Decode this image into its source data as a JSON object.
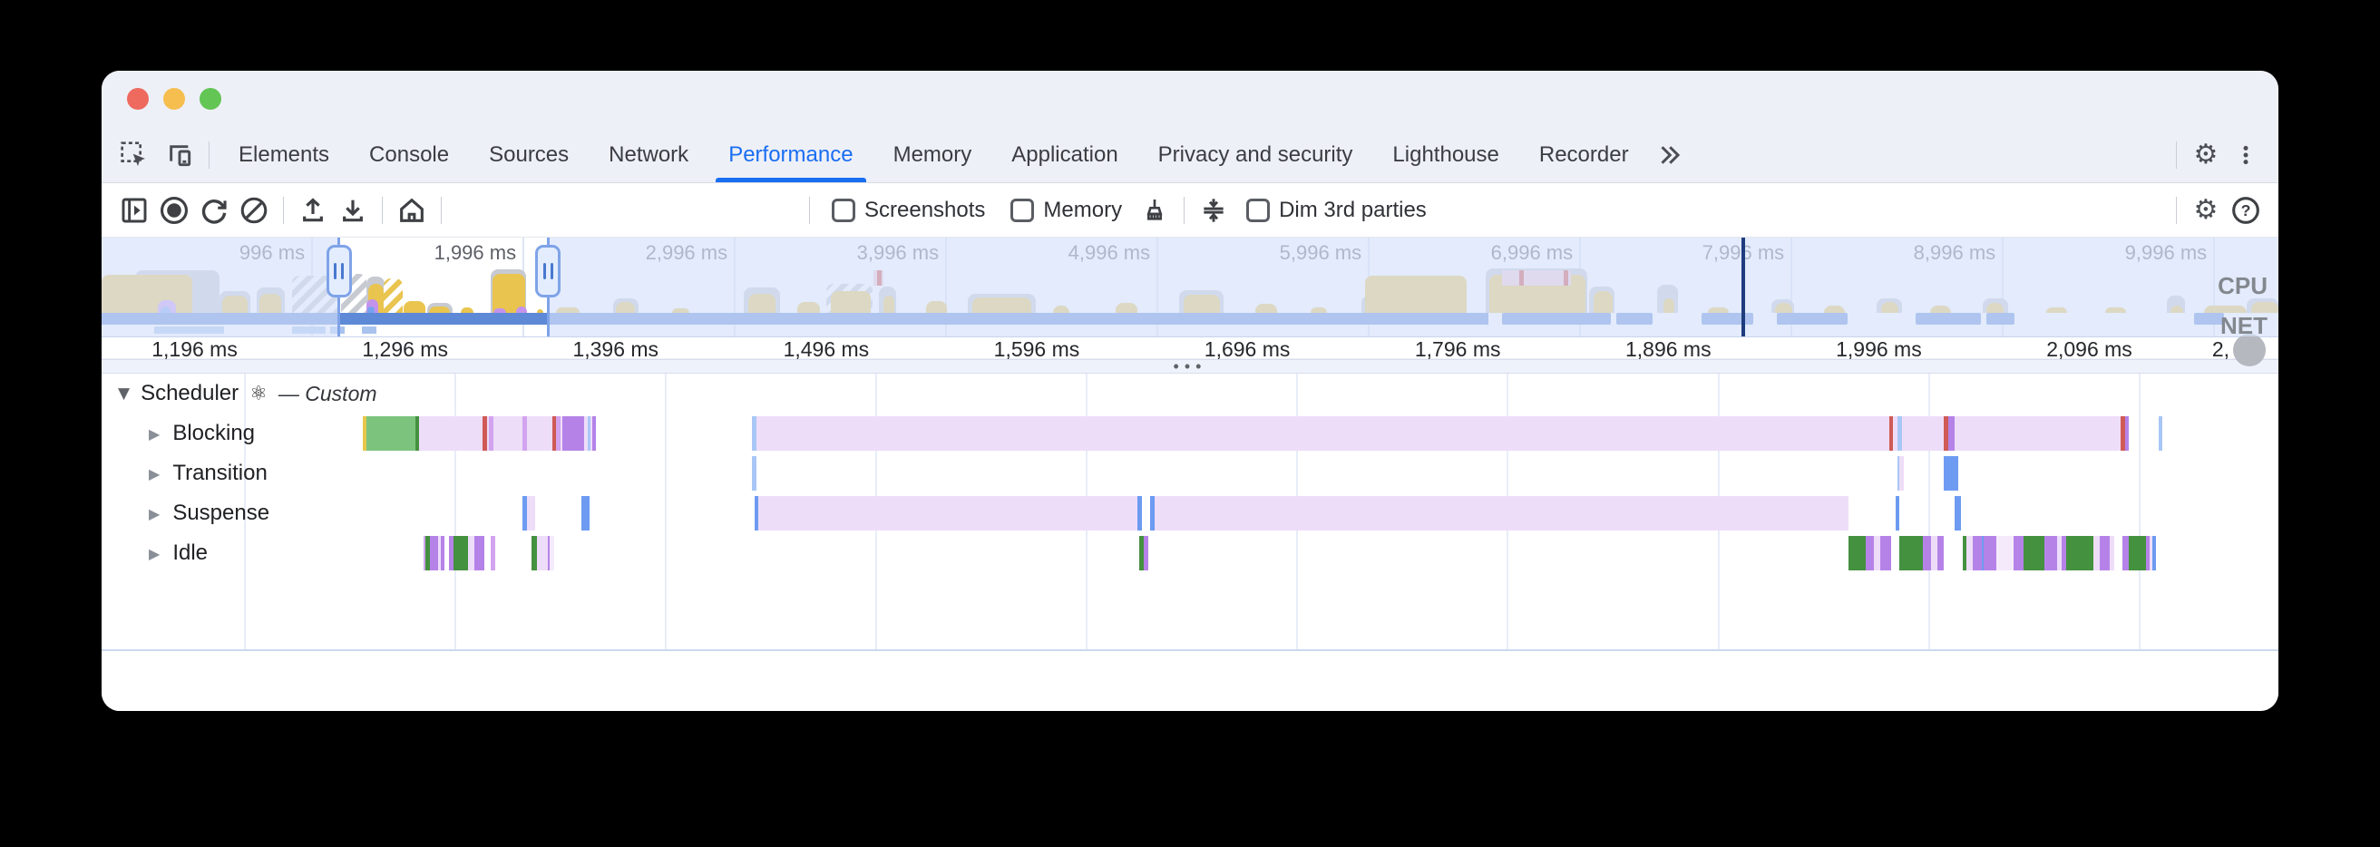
{
  "window": {
    "traffic_lights": {
      "close": "#ee6a5f",
      "minimize": "#f6be4f",
      "zoom": "#62c554"
    }
  },
  "tabbar": {
    "tabs": [
      {
        "label": "Elements",
        "active": false
      },
      {
        "label": "Console",
        "active": false
      },
      {
        "label": "Sources",
        "active": false
      },
      {
        "label": "Network",
        "active": false
      },
      {
        "label": "Performance",
        "active": true
      },
      {
        "label": "Memory",
        "active": false
      },
      {
        "label": "Application",
        "active": false
      },
      {
        "label": "Privacy and security",
        "active": false
      },
      {
        "label": "Lighthouse",
        "active": false
      },
      {
        "label": "Recorder",
        "active": false
      }
    ],
    "accent_color": "#1a6ef2"
  },
  "toolbar": {
    "checkboxes": [
      {
        "label": "Screenshots",
        "checked": false
      },
      {
        "label": "Memory",
        "checked": false
      },
      {
        "label": "Dim 3rd parties",
        "checked": false
      }
    ]
  },
  "overview": {
    "cpu_label": "CPU",
    "net_label": "NET"
  },
  "ruler": {
    "partial_label": "2,"
  },
  "scheduler_track": {
    "collapse_triangle": "▼",
    "name": "Scheduler",
    "atom_symbol": "⚛",
    "suffix": "— Custom",
    "row_triangle": "▶"
  },
  "resizer": {
    "dots": "•••"
  },
  "chart_data": {
    "type": "timeline",
    "overview": {
      "range_ms": [
        0,
        10300
      ],
      "tick_first_ms": 996,
      "tick_interval_ms": 1000,
      "tick_labels": [
        "996 ms",
        "1,996 ms",
        "2,996 ms",
        "3,996 ms",
        "4,996 ms",
        "5,996 ms",
        "6,996 ms",
        "7,996 ms",
        "8,996 ms",
        "9,996 ms"
      ],
      "selection_ms": [
        1123,
        2113
      ],
      "playhead_ms": 7770,
      "long_tasks": [
        {
          "start": 6628,
          "end": 6954,
          "ticks": [
            6710,
            6920
          ]
        },
        {
          "start": 3652,
          "end": 3700,
          "ticks": [
            3668
          ]
        }
      ],
      "cpu_mounds": [
        [
          160,
          560,
          0.88,
          "gray"
        ],
        [
          0,
          430,
          0.8,
          "yellow"
        ],
        [
          265,
          350,
          0.26,
          "purple"
        ],
        [
          278,
          325,
          0.14,
          "blue"
        ],
        [
          560,
          705,
          0.46,
          "gray"
        ],
        [
          572,
          690,
          0.36,
          "yellow"
        ],
        [
          735,
          865,
          0.52,
          "gray"
        ],
        [
          748,
          850,
          0.4,
          "yellow"
        ],
        [
          900,
          1130,
          0.78,
          "gray",
          "hatch"
        ],
        [
          1135,
          1255,
          0.82,
          "gray",
          "hatch"
        ],
        [
          1255,
          1340,
          0.75,
          "gray"
        ],
        [
          1260,
          1335,
          0.6,
          "yellow"
        ],
        [
          1255,
          1310,
          0.28,
          "purple"
        ],
        [
          1258,
          1290,
          0.14,
          "blue"
        ],
        [
          1335,
          1425,
          0.72,
          "yellow",
          "hatch"
        ],
        [
          1430,
          1530,
          0.25,
          "yellow"
        ],
        [
          1540,
          1660,
          0.2,
          "gray"
        ],
        [
          1550,
          1650,
          0.14,
          "yellow"
        ],
        [
          1700,
          1760,
          0.12,
          "yellow"
        ],
        [
          1840,
          2010,
          0.9,
          "gray"
        ],
        [
          1848,
          2005,
          0.82,
          "yellow"
        ],
        [
          1855,
          1915,
          0.1,
          "purple"
        ],
        [
          1960,
          2012,
          0.14,
          "purple"
        ],
        [
          2060,
          2090,
          0.08,
          "yellow"
        ],
        [
          2150,
          2260,
          0.12,
          "yellow"
        ],
        [
          2420,
          2540,
          0.3,
          "gray"
        ],
        [
          2435,
          2525,
          0.22,
          "yellow"
        ],
        [
          2700,
          2780,
          0.1,
          "yellow"
        ],
        [
          3040,
          3210,
          0.52,
          "gray"
        ],
        [
          3060,
          3190,
          0.4,
          "yellow"
        ],
        [
          3290,
          3400,
          0.22,
          "yellow"
        ],
        [
          3430,
          3650,
          0.6,
          "gray",
          "hatch"
        ],
        [
          3450,
          3640,
          0.45,
          "yellow"
        ],
        [
          3680,
          3760,
          0.55,
          "gray"
        ],
        [
          3700,
          3750,
          0.35,
          "yellow"
        ],
        [
          3900,
          4000,
          0.25,
          "yellow"
        ],
        [
          4100,
          4420,
          0.4,
          "gray"
        ],
        [
          4120,
          4400,
          0.32,
          "yellow"
        ],
        [
          4500,
          4580,
          0.15,
          "yellow"
        ],
        [
          4800,
          4900,
          0.2,
          "yellow"
        ],
        [
          5100,
          5310,
          0.48,
          "gray"
        ],
        [
          5120,
          5290,
          0.38,
          "yellow"
        ],
        [
          5460,
          5560,
          0.18,
          "yellow"
        ],
        [
          5720,
          5800,
          0.12,
          "yellow"
        ],
        [
          5960,
          6100,
          0.35,
          "gray"
        ],
        [
          5980,
          6460,
          0.78,
          "yellow"
        ],
        [
          6550,
          7030,
          0.92,
          "gray"
        ],
        [
          6565,
          7020,
          0.8,
          "yellow"
        ],
        [
          7040,
          7160,
          0.55,
          "gray"
        ],
        [
          7060,
          7150,
          0.45,
          "yellow"
        ],
        [
          7360,
          7460,
          0.58,
          "gray"
        ],
        [
          7390,
          7440,
          0.3,
          "yellow"
        ],
        [
          7600,
          7700,
          0.12,
          "yellow"
        ],
        [
          7900,
          8010,
          0.28,
          "gray"
        ],
        [
          7920,
          8000,
          0.2,
          "yellow"
        ],
        [
          8150,
          8250,
          0.15,
          "yellow"
        ],
        [
          8400,
          8520,
          0.3,
          "gray"
        ],
        [
          8420,
          8500,
          0.22,
          "yellow"
        ],
        [
          8650,
          8750,
          0.15,
          "yellow"
        ],
        [
          8900,
          9020,
          0.3,
          "gray"
        ],
        [
          8920,
          9000,
          0.2,
          "yellow"
        ],
        [
          9200,
          9300,
          0.12,
          "yellow"
        ],
        [
          9480,
          9580,
          0.12,
          "yellow"
        ],
        [
          9770,
          9860,
          0.35,
          "gray"
        ],
        [
          9790,
          9850,
          0.15,
          "yellow"
        ],
        [
          9950,
          10150,
          0.15,
          "yellow"
        ],
        [
          10150,
          10300,
          0.3,
          "gray"
        ],
        [
          10170,
          10300,
          0.22,
          "yellow"
        ]
      ],
      "net_solid_ms": [
        0,
        6560
      ],
      "net_segments_ms": [
        [
          6628,
          7143
        ],
        [
          7168,
          7340
        ],
        [
          7571,
          7815
        ],
        [
          7927,
          8262
        ],
        [
          8583,
          8892
        ],
        [
          8918,
          9051
        ],
        [
          9900,
          10041
        ]
      ],
      "net_sub_segments_ms": [
        [
          250,
          580
        ],
        [
          900,
          1060
        ],
        [
          1080,
          1150
        ],
        [
          1230,
          1300
        ]
      ]
    },
    "main": {
      "range_ms": [
        1128,
        2162
      ],
      "tick_first_ms": 1196,
      "tick_interval_ms": 100,
      "tick_labels": [
        "1,196 ms",
        "1,296 ms",
        "1,396 ms",
        "1,496 ms",
        "1,596 ms",
        "1,696 ms",
        "1,796 ms",
        "1,896 ms",
        "1,996 ms",
        "2,096 ms"
      ],
      "rows": [
        {
          "label": "Blocking",
          "segments": [
            [
              1252,
              1254,
              "yellow"
            ],
            [
              1254,
              1277,
              "green"
            ],
            [
              1277,
              1279,
              "green_dark"
            ],
            [
              1279,
              1362,
              "lavender"
            ],
            [
              1309,
              1311,
              "red"
            ],
            [
              1312,
              1314,
              "purple_light"
            ],
            [
              1328,
              1330,
              "purple_light"
            ],
            [
              1342,
              1344,
              "red"
            ],
            [
              1344,
              1346,
              "purple_light"
            ],
            [
              1347,
              1357,
              "purple"
            ],
            [
              1359,
              1360,
              "blue_light"
            ],
            [
              1361,
              1363,
              "purple"
            ],
            [
              1437,
              1439,
              "blue_light"
            ],
            [
              1439,
              2091,
              "lavender"
            ],
            [
              1977,
              1979,
              "red"
            ],
            [
              1981,
              1983,
              "blue_light"
            ],
            [
              2003,
              2005,
              "red"
            ],
            [
              2005,
              2008,
              "purple"
            ],
            [
              2087,
              2089,
              "red"
            ],
            [
              2089,
              2091,
              "purple"
            ],
            [
              2105,
              2107,
              "blue_light"
            ]
          ]
        },
        {
          "label": "Transition",
          "segments": [
            [
              1437,
              1439,
              "blue_light"
            ],
            [
              1981,
              1982,
              "blue_light"
            ],
            [
              1982,
              1984,
              "lavender"
            ],
            [
              2003,
              2010,
              "blue"
            ]
          ]
        },
        {
          "label": "Suspense",
          "segments": [
            [
              1328,
              1330,
              "blue"
            ],
            [
              1330,
              1334,
              "lavender"
            ],
            [
              1356,
              1360,
              "blue"
            ],
            [
              1438,
              1622,
              "lavender"
            ],
            [
              1438,
              1440,
              "blue"
            ],
            [
              1620,
              1622,
              "blue"
            ],
            [
              1626,
              1958,
              "lavender"
            ],
            [
              1626,
              1628,
              "blue"
            ],
            [
              1980,
              1982,
              "blue"
            ],
            [
              2008,
              2011,
              "blue"
            ]
          ]
        },
        {
          "label": "Idle",
          "segments": [
            [
              1281,
              1282,
              "purple_light"
            ],
            [
              1282,
              1284,
              "green_dark"
            ],
            [
              1284,
              1288,
              "purple"
            ],
            [
              1288,
              1289,
              "lavender"
            ],
            [
              1289,
              1291,
              "purple"
            ],
            [
              1293,
              1295,
              "purple"
            ],
            [
              1295,
              1302,
              "green_dark"
            ],
            [
              1302,
              1305,
              "lavender"
            ],
            [
              1305,
              1310,
              "purple"
            ],
            [
              1313,
              1315,
              "purple_light"
            ],
            [
              1332,
              1335,
              "green_dark"
            ],
            [
              1335,
              1340,
              "lavender"
            ],
            [
              1340,
              1341,
              "purple"
            ],
            [
              1341,
              1343,
              "lavender_pale"
            ],
            [
              1621,
              1623,
              "green_dark"
            ],
            [
              1623,
              1625,
              "purple"
            ],
            [
              1958,
              1966,
              "green_dark"
            ],
            [
              1966,
              1970,
              "purple"
            ],
            [
              1970,
              1973,
              "lavender"
            ],
            [
              1973,
              1978,
              "purple"
            ],
            [
              1982,
              1993,
              "green_dark"
            ],
            [
              1993,
              1997,
              "purple"
            ],
            [
              1997,
              2000,
              "lavender"
            ],
            [
              2000,
              2003,
              "purple"
            ],
            [
              2012,
              2014,
              "green_dark"
            ],
            [
              2014,
              2017,
              "lavender"
            ],
            [
              2017,
              2021,
              "purple"
            ],
            [
              2021,
              2022,
              "blue"
            ],
            [
              2022,
              2028,
              "purple"
            ],
            [
              2028,
              2036,
              "lavender_pale"
            ],
            [
              2036,
              2041,
              "purple"
            ],
            [
              2041,
              2051,
              "green_dark"
            ],
            [
              2051,
              2057,
              "purple"
            ],
            [
              2057,
              2059,
              "lavender"
            ],
            [
              2059,
              2061,
              "purple"
            ],
            [
              2061,
              2074,
              "green_dark"
            ],
            [
              2074,
              2077,
              "lavender"
            ],
            [
              2077,
              2082,
              "purple"
            ],
            [
              2082,
              2084,
              "lavender"
            ],
            [
              2088,
              2091,
              "purple"
            ],
            [
              2091,
              2099,
              "green_dark"
            ],
            [
              2099,
              2101,
              "purple"
            ],
            [
              2101,
              2102,
              "lavender"
            ],
            [
              2102,
              2104,
              "blue"
            ]
          ]
        }
      ]
    },
    "palette": {
      "lavender": "#eeddf9",
      "lavender_pale": "#f5eafc",
      "purple": "#b583e8",
      "purple_light": "#d2a4f0",
      "green": "#7cc47e",
      "green_dark": "#44913f",
      "red": "#cf5a56",
      "blue": "#6d9bf1",
      "blue_light": "#a9c7f6",
      "yellow": "#e8c64b",
      "gray": "#c7cad1",
      "cpu_yellow": "#e9c44f",
      "cpu_purple": "#c493ec",
      "cpu_blue": "#78a2f0",
      "net": "#5d89d6",
      "net_light": "#a9c3ef"
    }
  }
}
